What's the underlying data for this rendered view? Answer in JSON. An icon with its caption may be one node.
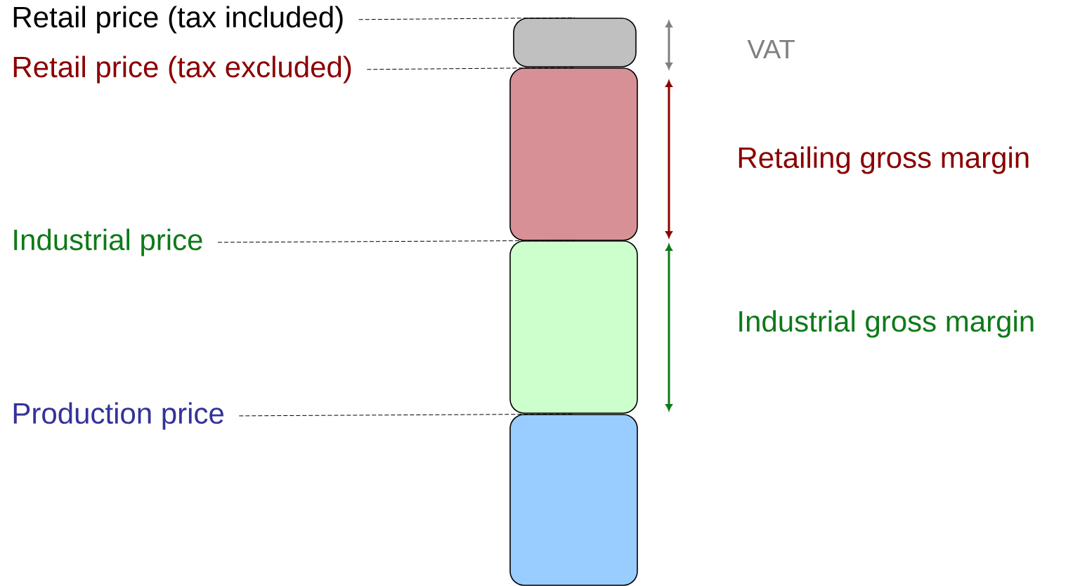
{
  "diagram": {
    "nodes": [
      {
        "text": [
          "Retail price (tax included)"
        ]
      },
      {
        "text": [
          "Retail price (tax excluded)"
        ]
      },
      {
        "text": [
          "Industrial price"
        ]
      },
      {
        "text": [
          "Production price"
        ]
      },
      {
        "text": [],
        "shape": "box"
      },
      {
        "text": [],
        "shape": "box"
      },
      {
        "text": [],
        "shape": "box"
      },
      {
        "text": [],
        "shape": "box"
      }
    ],
    "edges": [
      {
        "from": 0,
        "to": 4,
        "arrow": "none",
        "style": "dashed"
      },
      {
        "from": 1,
        "to": 5,
        "arrow": "none",
        "style": "dashed"
      },
      {
        "from": 2,
        "to": 6,
        "arrow": "none",
        "style": "dashed"
      },
      {
        "from": 3,
        "to": 7,
        "arrow": "none",
        "style": "dashed"
      }
    ],
    "labels": [
      "VAT",
      "Retailing gross margin",
      "Industrial gross margin"
    ]
  }
}
